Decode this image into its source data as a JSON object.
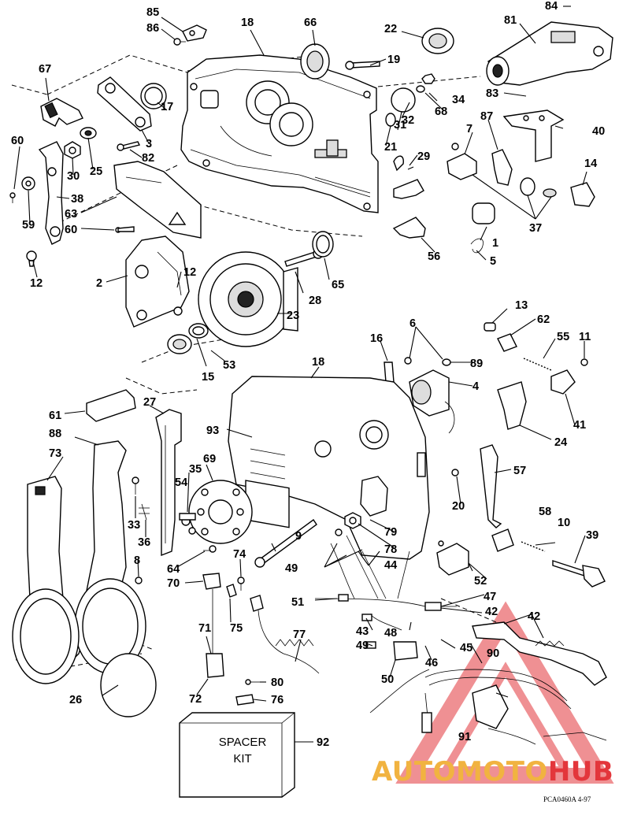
{
  "diagram": {
    "callouts": [
      "1",
      "2",
      "3",
      "4",
      "5",
      "6",
      "7",
      "8",
      "9",
      "10",
      "11",
      "12",
      "13",
      "14",
      "15",
      "16",
      "17",
      "18",
      "19",
      "20",
      "21",
      "22",
      "23",
      "24",
      "25",
      "26",
      "27",
      "28",
      "29",
      "30",
      "31",
      "32",
      "33",
      "34",
      "35",
      "36",
      "37",
      "38",
      "39",
      "40",
      "41",
      "42",
      "43",
      "44",
      "45",
      "46",
      "47",
      "48",
      "49",
      "50",
      "51",
      "52",
      "53",
      "54",
      "55",
      "56",
      "57",
      "58",
      "59",
      "60",
      "61",
      "62",
      "63",
      "64",
      "65",
      "66",
      "67",
      "68",
      "69",
      "70",
      "71",
      "72",
      "73",
      "74",
      "75",
      "76",
      "77",
      "78",
      "79",
      "80",
      "81",
      "82",
      "83",
      "84",
      "85",
      "86",
      "87",
      "88",
      "89",
      "90",
      "91",
      "92",
      "93"
    ],
    "spacer_kit_label": [
      "SPACER",
      "KIT"
    ],
    "drawing_code": "PCA0460A  4-97",
    "watermark": {
      "part1": "AUTOMOTO",
      "part2": "HUB",
      "color1": "#f1b340",
      "color2": "#e3363b"
    }
  }
}
